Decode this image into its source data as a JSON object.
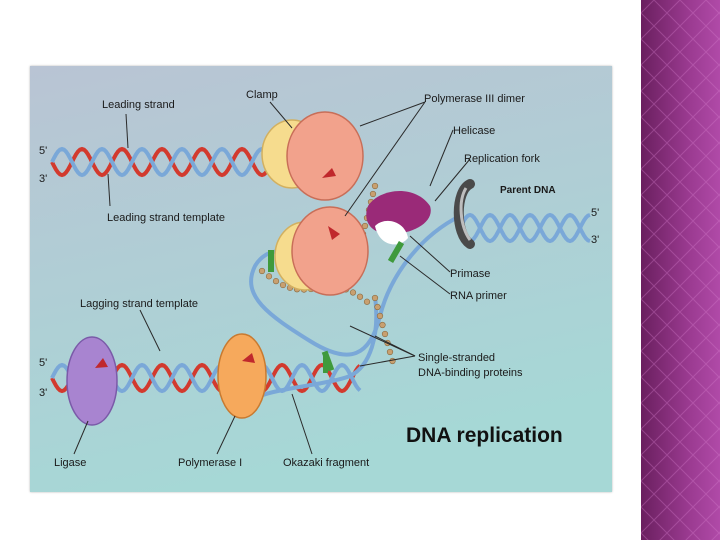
{
  "slide": {
    "side_band_color": "#6a1f5f",
    "side_band_highlight": "#b04aa8"
  },
  "diagram": {
    "title": "DNA replication",
    "background_top": "#b9c4d4",
    "background_bottom": "#a6d8d6",
    "colors": {
      "strand_red": "#d23a2e",
      "strand_blue": "#7aa8d8",
      "primer_green": "#3f9a3c",
      "ssb_beads": "#c8a070",
      "polymerase_iii": "#f2a28c",
      "clamp": "#f6dc8e",
      "primase": "#9a2a78",
      "helicase": "#4a4a4a",
      "polymerase_i": "#f6a95c",
      "ligase": "#a884d0"
    },
    "labels": {
      "leading_strand": "Leading strand",
      "clamp": "Clamp",
      "polymerase_iii_dimer": "Polymerase III dimer",
      "helicase": "Helicase",
      "replication_fork": "Replication fork",
      "parent_dna": "Parent DNA",
      "five_prime_top_left": "5'",
      "three_prime_top_left": "3'",
      "five_prime_right": "5'",
      "three_prime_right": "3'",
      "leading_strand_template": "Leading strand template",
      "primase": "Primase",
      "rna_primer": "RNA primer",
      "lagging_strand_template": "Lagging strand template",
      "five_prime_bottom_left": "5'",
      "three_prime_bottom_left": "3'",
      "ssb_line1": "Single-stranded",
      "ssb_line2": "DNA-binding proteins",
      "ligase": "Ligase",
      "polymerase_i": "Polymerase I",
      "okazaki_fragment": "Okazaki fragment"
    }
  }
}
